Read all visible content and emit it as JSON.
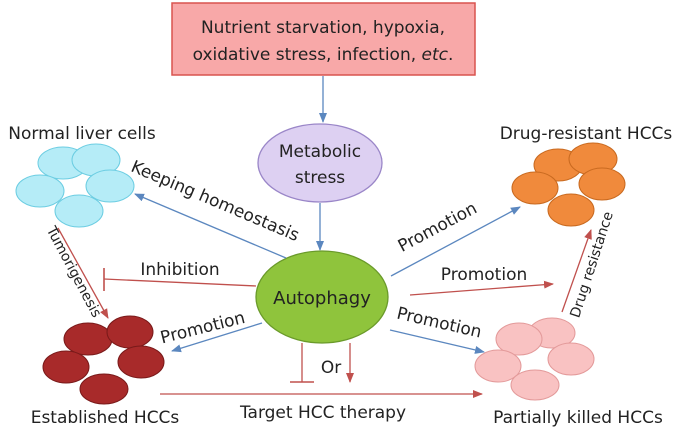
{
  "top_box": {
    "line1": "Nutrient starvation, hypoxia,",
    "line2_prefix": "oxidative stress, infection, ",
    "line2_italic": "etc",
    "line2_suffix": "."
  },
  "metabolic_stress": {
    "line1": "Metabolic",
    "line2": "stress"
  },
  "autophagy": "Autophagy",
  "groups": {
    "normal": "Normal liver cells",
    "resistant": "Drug-resistant HCCs",
    "established": "Established HCCs",
    "partial": "Partially killed HCCs"
  },
  "arrows": {
    "keeping_homeostasis": "Keeping homeostasis",
    "promotion_resistant": "Promotion",
    "promotion_middle": "Promotion",
    "promotion_partial": "Promotion",
    "promotion_established": "Promotion",
    "inhibition": "Inhibition",
    "tumorigenesis": "Tumorigenesis",
    "drug_resistance": "Drug resistance",
    "or": "Or",
    "target_therapy": "Target HCC therapy"
  },
  "colors": {
    "top_box_fill": "#f8a8a8",
    "top_box_stroke": "#d9534f",
    "metabolic_fill": "#ddd0f2",
    "metabolic_stroke": "#9a86c8",
    "autophagy_fill": "#8fc43c",
    "autophagy_stroke": "#6a9a2a",
    "normal_cell": "#b5ecf7",
    "normal_stroke": "#6ccde2",
    "resistant_cell": "#f08a3c",
    "resistant_stroke": "#c96a20",
    "established_cell": "#a82a2a",
    "established_stroke": "#7a1a1a",
    "partial_cell": "#f9c2c2",
    "partial_stroke": "#e39a9a",
    "blue_arrow": "#5b87bf",
    "red_arrow": "#c0504d"
  }
}
